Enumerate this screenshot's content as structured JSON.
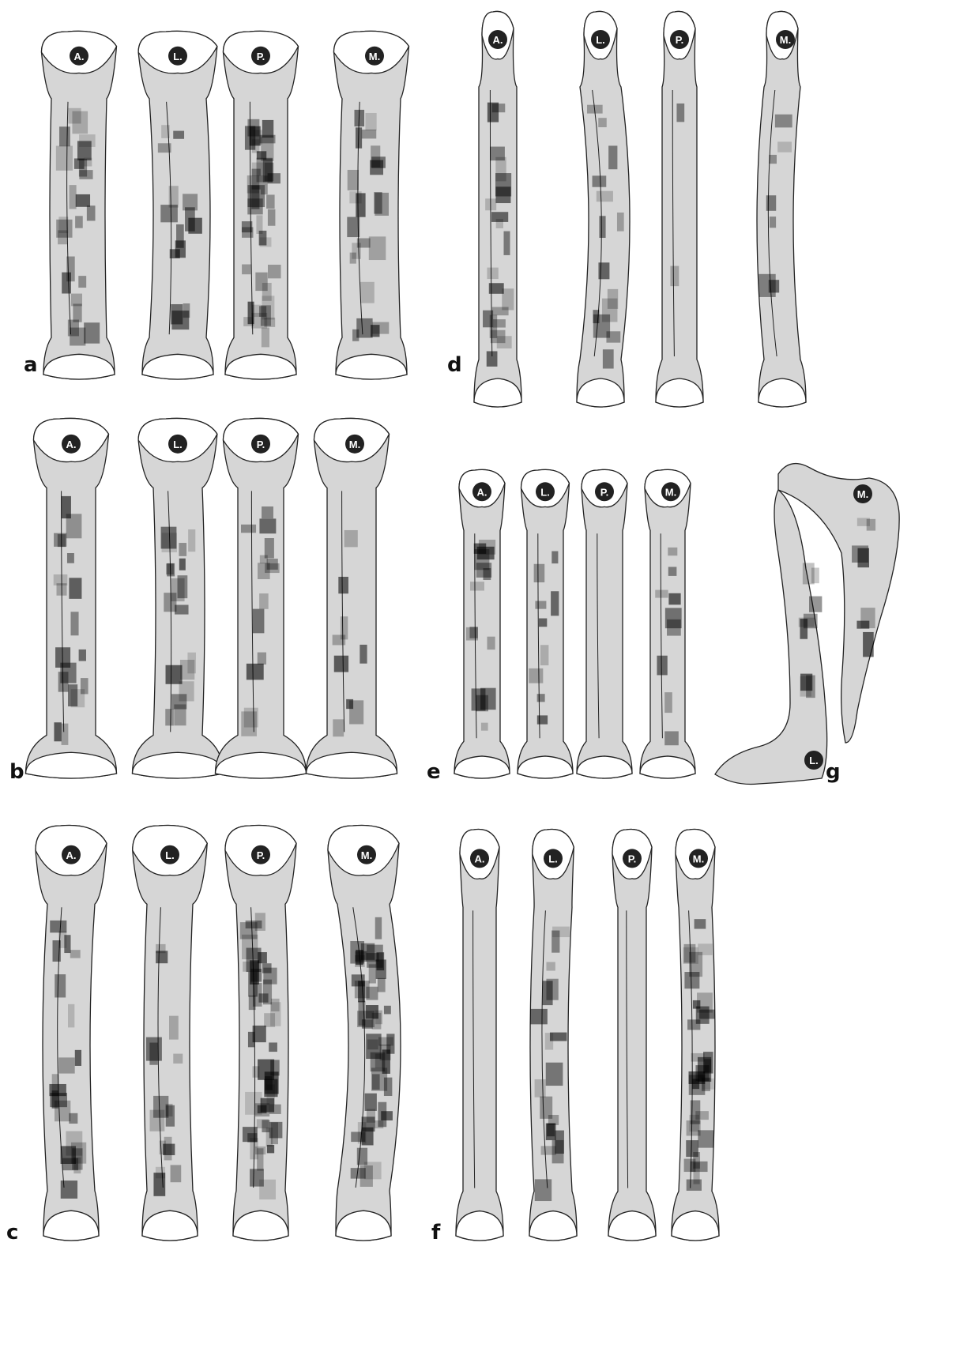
{
  "legend": {
    "colors": {
      "bone_fill": "#d6d6d6",
      "outline": "#222222",
      "marker": "#222222"
    }
  },
  "panels": [
    {
      "letter": "a",
      "views": [
        "A.",
        "L.",
        "P.",
        "M."
      ]
    },
    {
      "letter": "b",
      "views": [
        "A.",
        "L.",
        "P.",
        "M."
      ]
    },
    {
      "letter": "c",
      "views": [
        "A.",
        "L.",
        "P.",
        "M."
      ]
    },
    {
      "letter": "d",
      "views": [
        "A.",
        "L.",
        "P.",
        "M."
      ]
    },
    {
      "letter": "e",
      "views": [
        "A.",
        "L.",
        "P.",
        "M."
      ]
    },
    {
      "letter": "f",
      "views": [
        "A.",
        "L.",
        "P.",
        "M."
      ]
    },
    {
      "letter": "g",
      "views": [
        "M.",
        "L."
      ]
    }
  ]
}
